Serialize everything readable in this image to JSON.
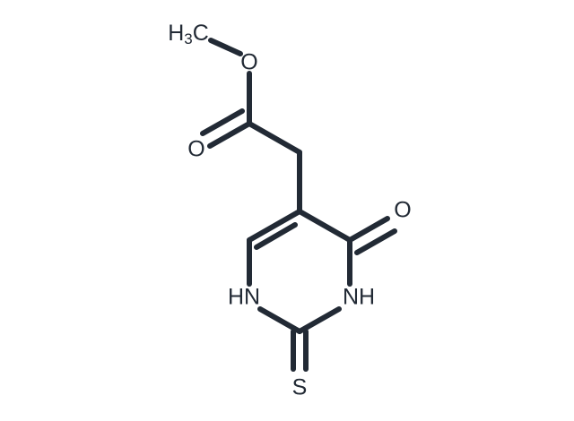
{
  "molecule": {
    "atoms": {
      "methyl_h": "H",
      "methyl_sub": "3",
      "methyl_c": "C",
      "ester_o": "O",
      "carbonyl_o": "O",
      "ring_ketone_o": "O",
      "nh_left": "HN",
      "nh_right": "NH",
      "thione_s": "S"
    },
    "colors": {
      "bond": "#222a35",
      "background": "#ffffff"
    }
  }
}
